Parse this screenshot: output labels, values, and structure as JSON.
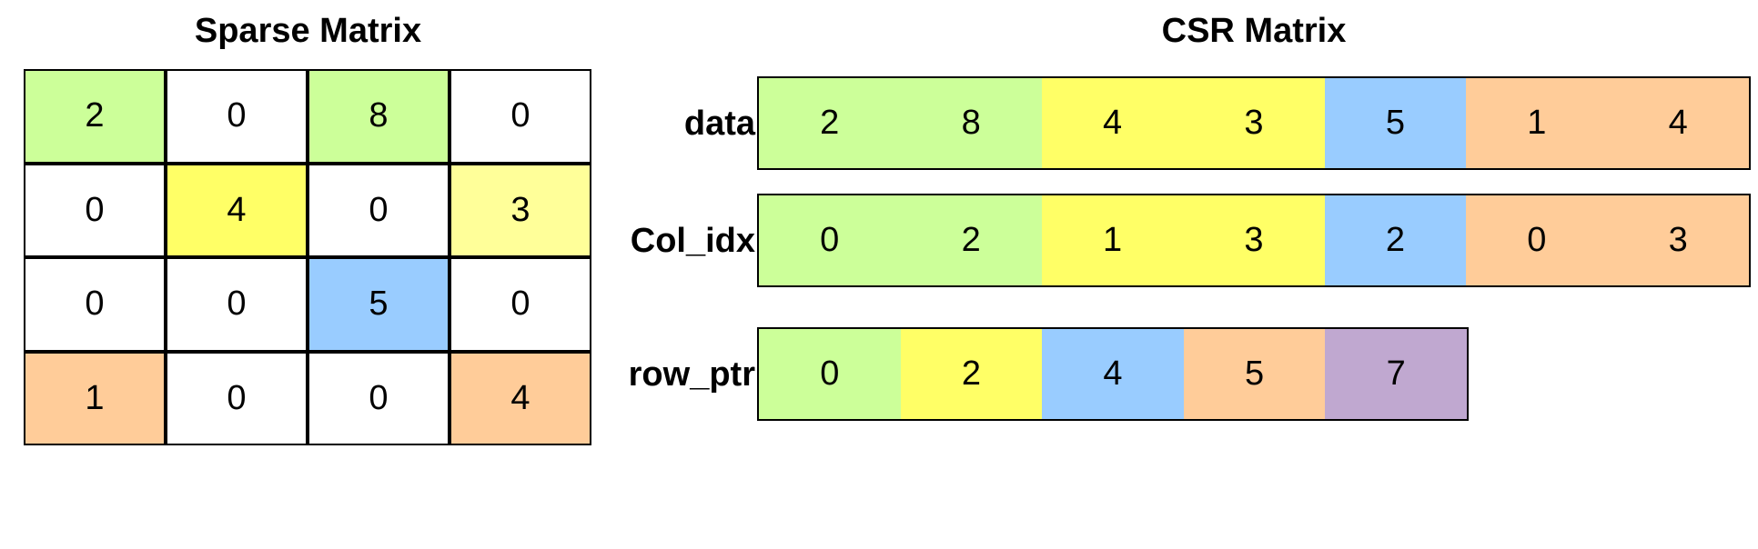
{
  "titles": {
    "sparse": "Sparse Matrix",
    "csr": "CSR Matrix"
  },
  "colors": {
    "green": "#ccff99",
    "yellow": "#ffff66",
    "light_yellow": "#ffff99",
    "blue": "#99ccff",
    "orange": "#ffcc99",
    "purple": "#c0a8d0",
    "white": "#ffffff"
  },
  "sparse_matrix": {
    "rows": [
      [
        {
          "v": "2",
          "c": "green"
        },
        {
          "v": "0",
          "c": "white"
        },
        {
          "v": "8",
          "c": "green"
        },
        {
          "v": "0",
          "c": "white"
        }
      ],
      [
        {
          "v": "0",
          "c": "white"
        },
        {
          "v": "4",
          "c": "yellow"
        },
        {
          "v": "0",
          "c": "white"
        },
        {
          "v": "3",
          "c": "light_yellow"
        }
      ],
      [
        {
          "v": "0",
          "c": "white"
        },
        {
          "v": "0",
          "c": "white"
        },
        {
          "v": "5",
          "c": "blue"
        },
        {
          "v": "0",
          "c": "white"
        }
      ],
      [
        {
          "v": "1",
          "c": "orange"
        },
        {
          "v": "0",
          "c": "white"
        },
        {
          "v": "0",
          "c": "white"
        },
        {
          "v": "4",
          "c": "orange"
        }
      ]
    ]
  },
  "csr": {
    "data": {
      "label": "data",
      "cells": [
        {
          "v": "2",
          "c": "green"
        },
        {
          "v": "8",
          "c": "green"
        },
        {
          "v": "4",
          "c": "yellow"
        },
        {
          "v": "3",
          "c": "yellow"
        },
        {
          "v": "5",
          "c": "blue"
        },
        {
          "v": "1",
          "c": "orange"
        },
        {
          "v": "4",
          "c": "orange"
        }
      ]
    },
    "col_idx": {
      "label": "Col_idx",
      "cells": [
        {
          "v": "0",
          "c": "green"
        },
        {
          "v": "2",
          "c": "green"
        },
        {
          "v": "1",
          "c": "yellow"
        },
        {
          "v": "3",
          "c": "yellow"
        },
        {
          "v": "2",
          "c": "blue"
        },
        {
          "v": "0",
          "c": "orange"
        },
        {
          "v": "3",
          "c": "orange"
        }
      ]
    },
    "row_ptr": {
      "label": "row_ptr",
      "cells": [
        {
          "v": "0",
          "c": "green"
        },
        {
          "v": "2",
          "c": "yellow"
        },
        {
          "v": "4",
          "c": "blue"
        },
        {
          "v": "5",
          "c": "orange"
        },
        {
          "v": "7",
          "c": "purple"
        }
      ]
    }
  }
}
